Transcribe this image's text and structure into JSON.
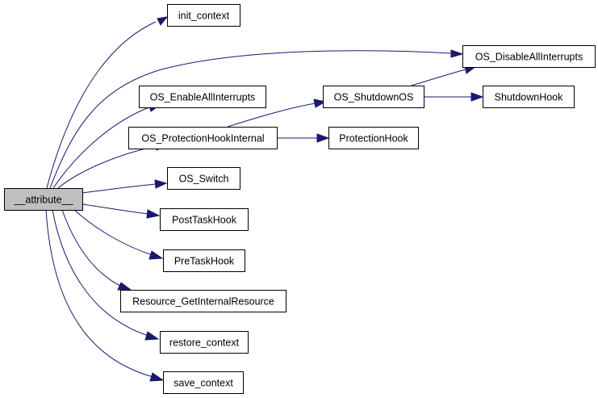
{
  "graph": {
    "root": "__attribute__",
    "nodes": {
      "attribute": "__attribute__",
      "init_context": "init_context",
      "os_disable_all_interrupts": "OS_DisableAllInterrupts",
      "os_enable_all_interrupts": "OS_EnableAllInterrupts",
      "os_protection_hook_internal": "OS_ProtectionHookInternal",
      "os_shutdown_os": "OS_ShutdownOS",
      "shutdown_hook": "ShutdownHook",
      "protection_hook": "ProtectionHook",
      "os_switch": "OS_Switch",
      "post_task_hook": "PostTaskHook",
      "pre_task_hook": "PreTaskHook",
      "resource_get_internal_resource": "Resource_GetInternalResource",
      "restore_context": "restore_context",
      "save_context": "save_context"
    },
    "edges": [
      [
        "attribute",
        "init_context"
      ],
      [
        "attribute",
        "os_disable_all_interrupts"
      ],
      [
        "attribute",
        "os_enable_all_interrupts"
      ],
      [
        "attribute",
        "os_protection_hook_internal"
      ],
      [
        "attribute",
        "os_switch"
      ],
      [
        "attribute",
        "post_task_hook"
      ],
      [
        "attribute",
        "pre_task_hook"
      ],
      [
        "attribute",
        "resource_get_internal_resource"
      ],
      [
        "attribute",
        "restore_context"
      ],
      [
        "attribute",
        "save_context"
      ],
      [
        "os_protection_hook_internal",
        "os_shutdown_os"
      ],
      [
        "os_protection_hook_internal",
        "protection_hook"
      ],
      [
        "os_shutdown_os",
        "os_disable_all_interrupts"
      ],
      [
        "os_shutdown_os",
        "shutdown_hook"
      ]
    ]
  }
}
